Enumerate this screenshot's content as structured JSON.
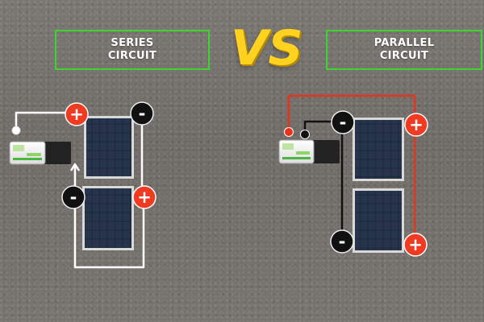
{
  "series": {
    "title_line1": "SERIES",
    "title_line2": "CIRCUIT"
  },
  "vs_label": "VS",
  "parallel": {
    "title_line1": "PARALLEL",
    "title_line2": "CIRCUIT"
  },
  "terminal_labels": {
    "positive": "+",
    "negative": "-"
  },
  "colors": {
    "frame_green": "#3fd32f",
    "vs_yellow": "#ffd21f",
    "positive_red": "#f03a21",
    "negative_black": "#111111",
    "series_wire": "#ffffff",
    "parallel_positive_wire": "#e8321c",
    "parallel_negative_wire": "#111111"
  }
}
